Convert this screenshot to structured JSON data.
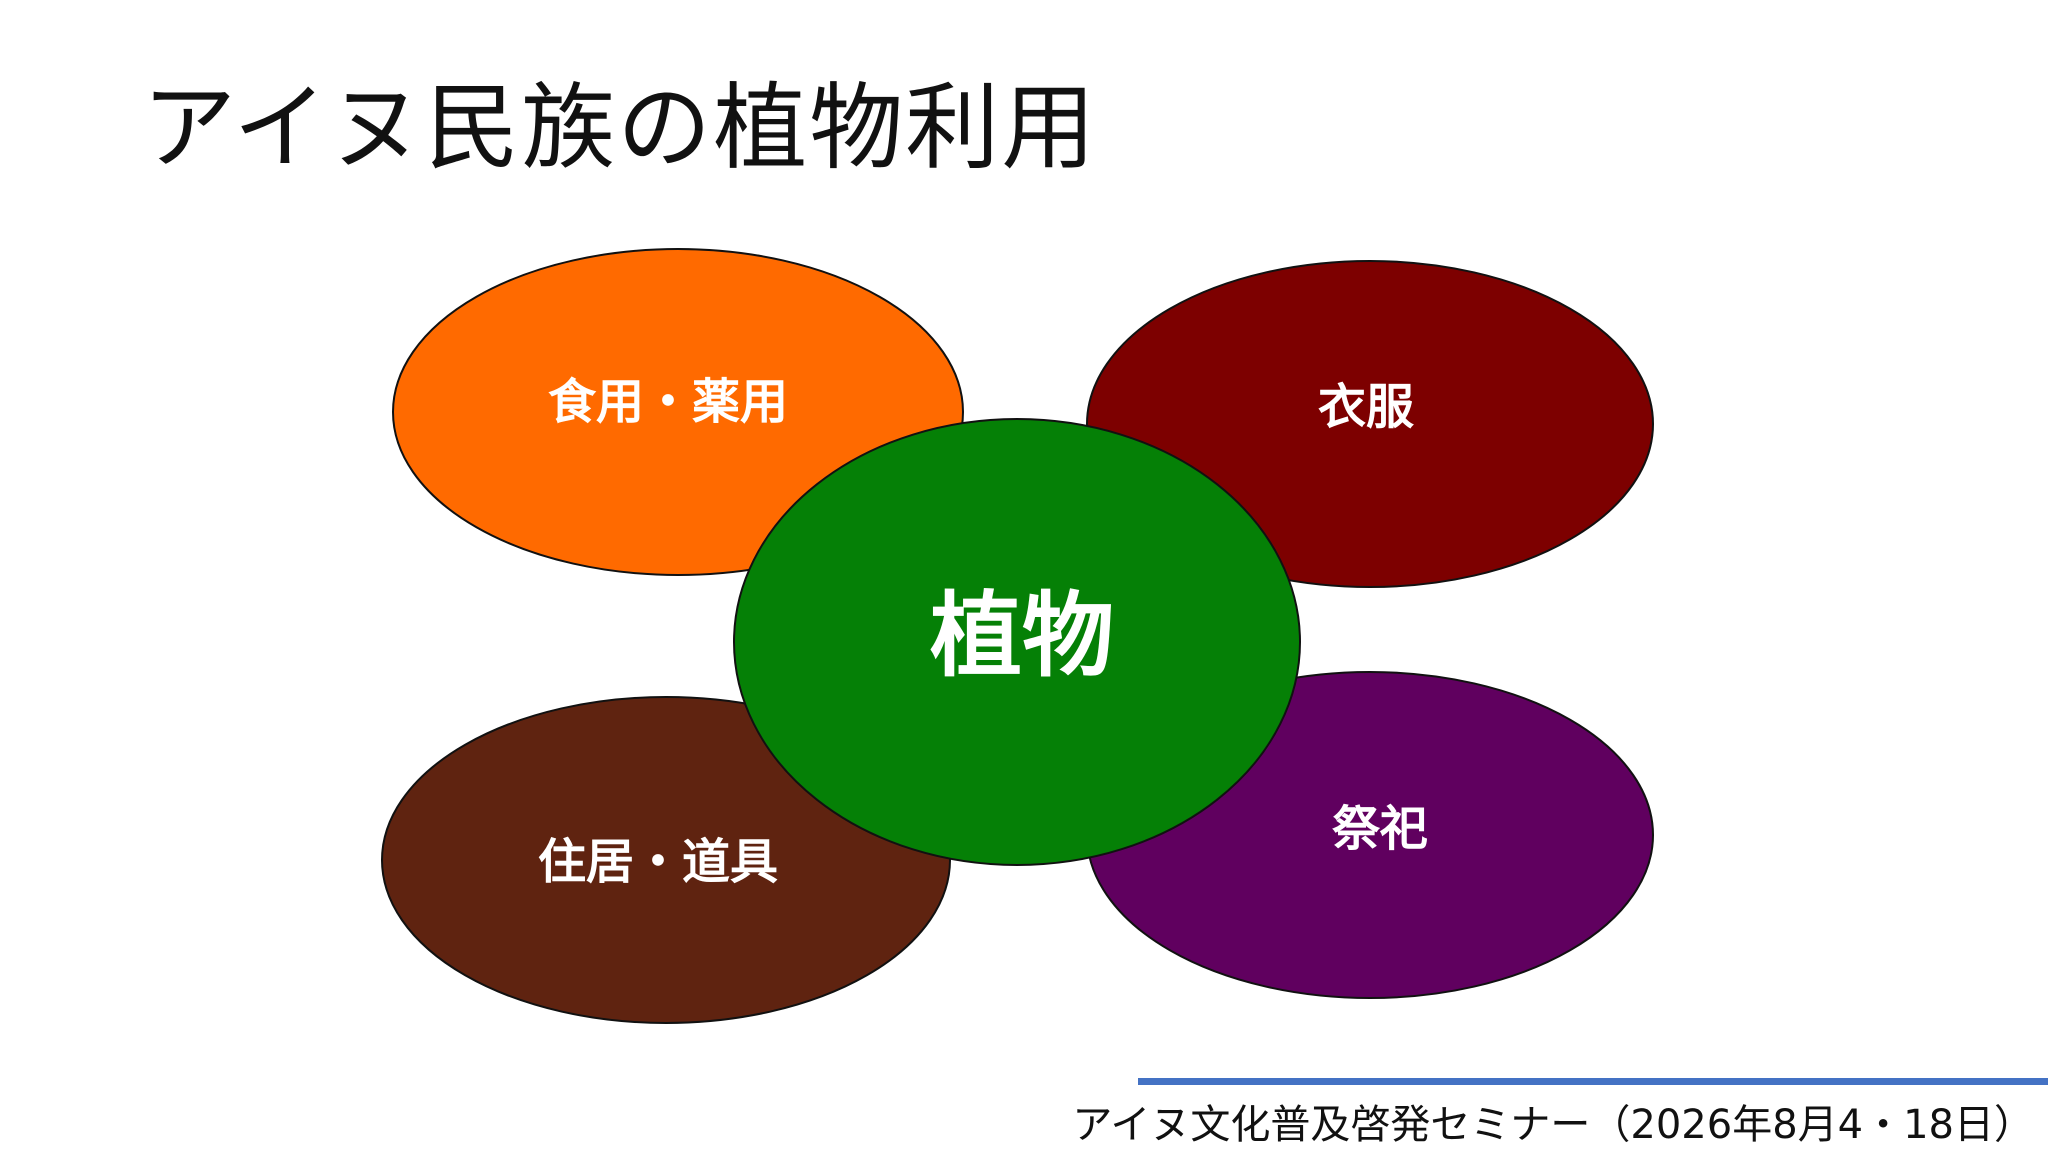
{
  "title": "アイヌ民族の植物利用",
  "diagram": {
    "center": {
      "label": "植物",
      "color": "#058006"
    },
    "nodes": [
      {
        "id": "food",
        "label": "食用・薬用",
        "color": "#FF6A00"
      },
      {
        "id": "clothing",
        "label": "衣服",
        "color": "#7D0000"
      },
      {
        "id": "housing",
        "label": "住居・道具",
        "color": "#5F2310"
      },
      {
        "id": "ritual",
        "label": "祭祀",
        "color": "#60005F"
      }
    ]
  },
  "footer": {
    "text": "アイヌ文化普及啓発セミナー（2026年8月4・18日）",
    "rule_color": "#4472C4"
  }
}
